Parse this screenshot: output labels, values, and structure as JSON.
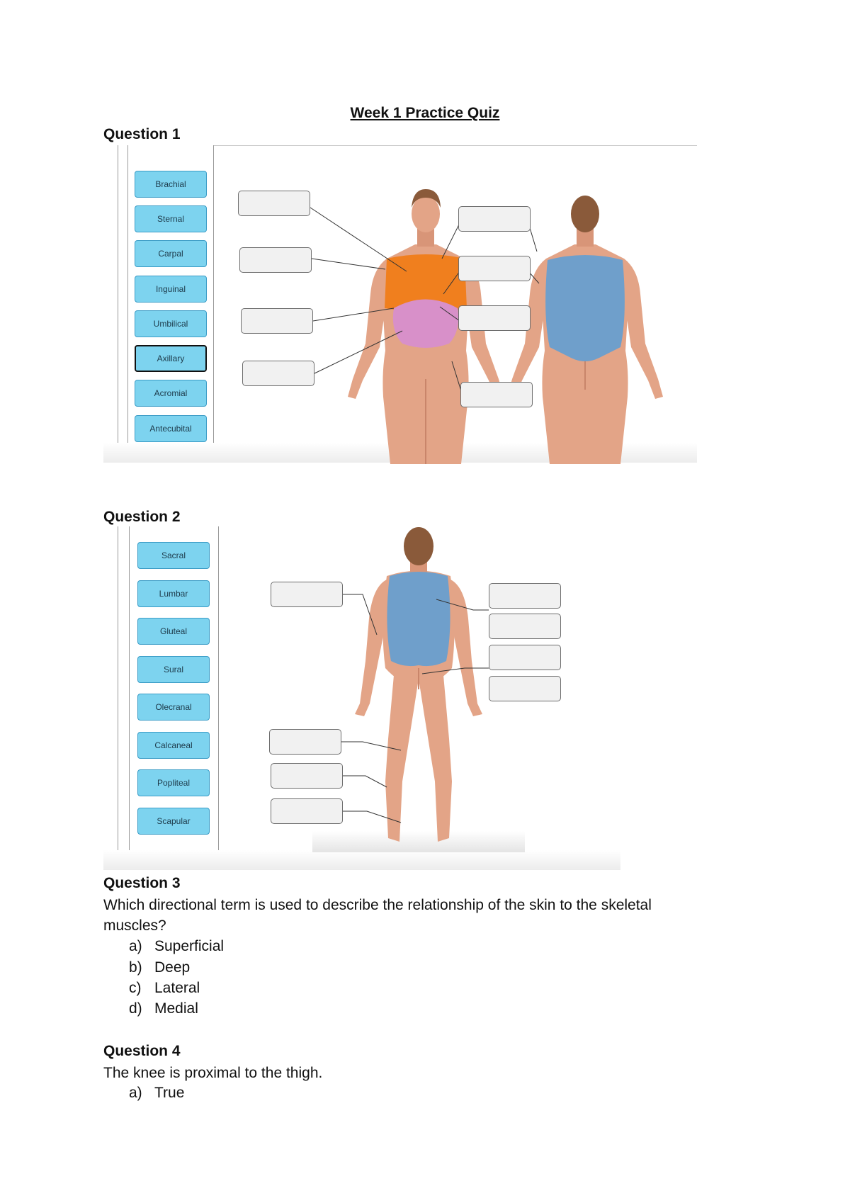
{
  "title": "Week 1 Practice Quiz",
  "q1": {
    "heading": "Question 1",
    "labels": [
      "Brachial",
      "Sternal",
      "Carpal",
      "Inguinal",
      "Umbilical",
      "Axillary",
      "Acromial",
      "Antecubital"
    ],
    "selected_index": 5
  },
  "q2": {
    "heading": "Question 2",
    "labels": [
      "Sacral",
      "Lumbar",
      "Gluteal",
      "Sural",
      "Olecranal",
      "Calcaneal",
      "Popliteal",
      "Scapular"
    ]
  },
  "q3": {
    "heading": "Question 3",
    "text": "Which directional term is used to describe the relationship of the skin to the skeletal muscles?",
    "options": [
      {
        "letter": "a)",
        "text": "Superficial"
      },
      {
        "letter": "b)",
        "text": "Deep"
      },
      {
        "letter": "c)",
        "text": "Lateral"
      },
      {
        "letter": "d)",
        "text": "Medial"
      }
    ]
  },
  "q4": {
    "heading": "Question 4",
    "text": "The knee is proximal to the thigh.",
    "options": [
      {
        "letter": "a)",
        "text": "True"
      }
    ]
  },
  "colors": {
    "skin": "#e3a487",
    "skin_shade": "#c9856a",
    "hair": "#8a5a3a",
    "thorax_highlight": "#f07f1e",
    "abdomen_highlight": "#d890c9",
    "back_highlight": "#6f9fcb",
    "chip_fill": "#7dd3ef",
    "chip_border": "#3b9cc6"
  }
}
